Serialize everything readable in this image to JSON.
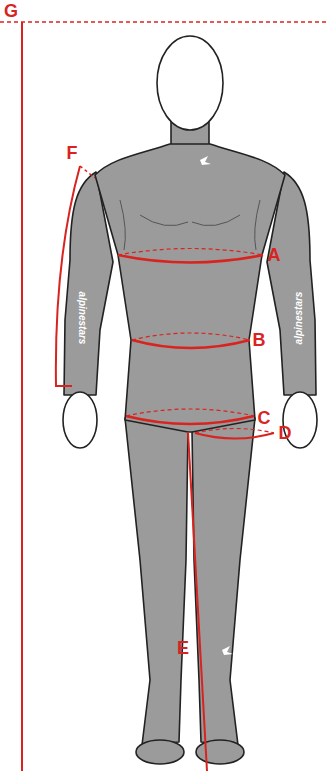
{
  "diagram": {
    "labels": [
      "G",
      "F",
      "A",
      "B",
      "C",
      "D",
      "E",
      "alpinestars",
      "alpinestars"
    ]
  }
}
